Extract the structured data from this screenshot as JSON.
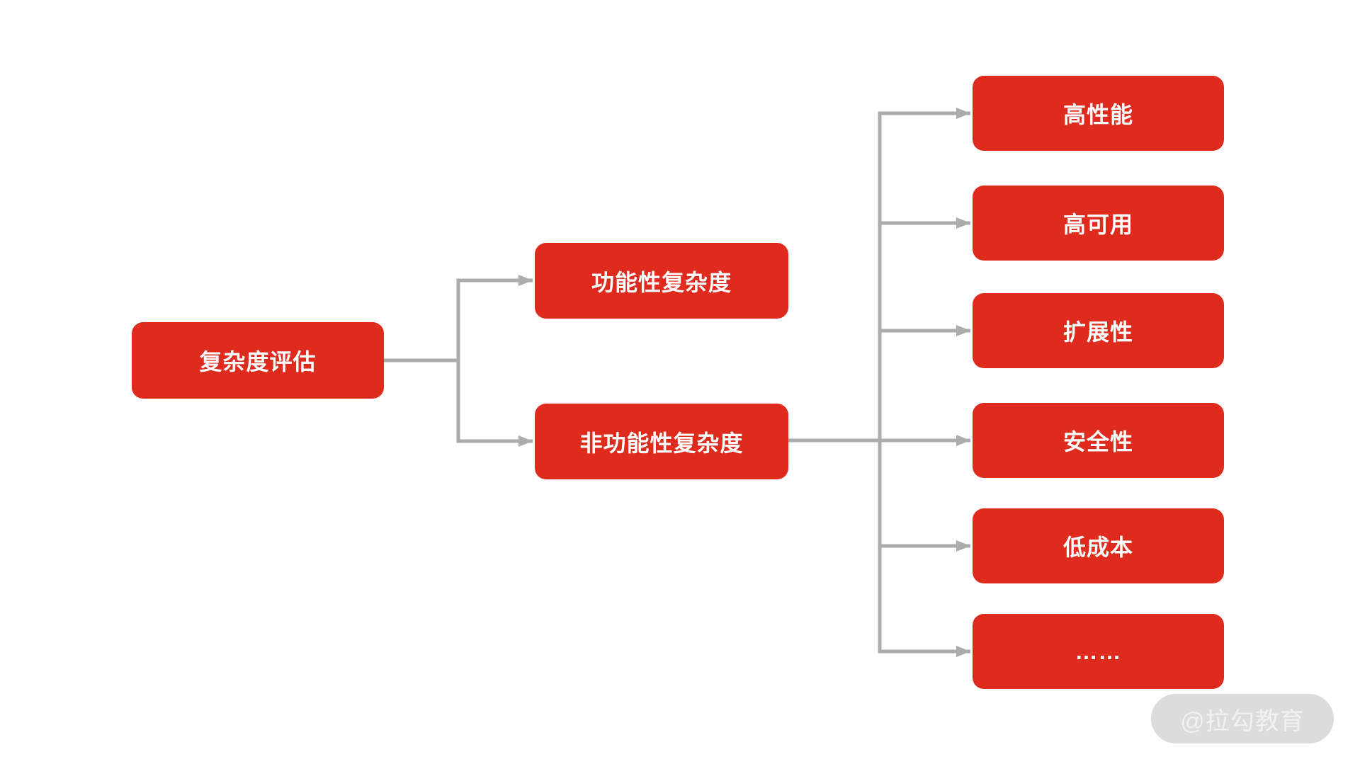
{
  "colors": {
    "node_bg": "#DE2B1E",
    "node_text": "#FFFFFF",
    "connector": "#ACACAF",
    "watermark_bg": "#DCDCDC",
    "watermark_text": "#F2F2F2",
    "canvas_bg": "#FFFFFF"
  },
  "diagram": {
    "type": "tree-flowchart",
    "root": {
      "label": "复杂度评估"
    },
    "branches": [
      {
        "label": "功能性复杂度"
      },
      {
        "label": "非功能性复杂度"
      }
    ],
    "leaves": [
      {
        "label": "高性能"
      },
      {
        "label": "高可用"
      },
      {
        "label": "扩展性"
      },
      {
        "label": "安全性"
      },
      {
        "label": "低成本"
      },
      {
        "label": "……"
      }
    ]
  },
  "watermark": {
    "label": "@拉勾教育"
  }
}
